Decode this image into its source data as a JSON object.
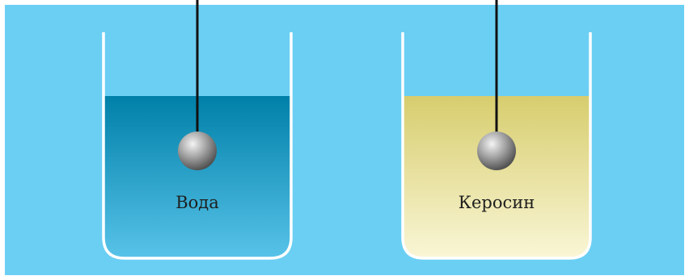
{
  "scene": {
    "background_color": "#6BCFF4",
    "frame_color": "#FFFFFF"
  },
  "containers": [
    {
      "label": "Вода",
      "liquid": "water",
      "liquid_top_color": "#0080A8",
      "liquid_bottom_color": "#5CC6EC"
    },
    {
      "label": "Керосин",
      "liquid": "kerosene",
      "liquid_top_color": "#D7CD6E",
      "liquid_bottom_color": "#FBF8DB"
    }
  ]
}
